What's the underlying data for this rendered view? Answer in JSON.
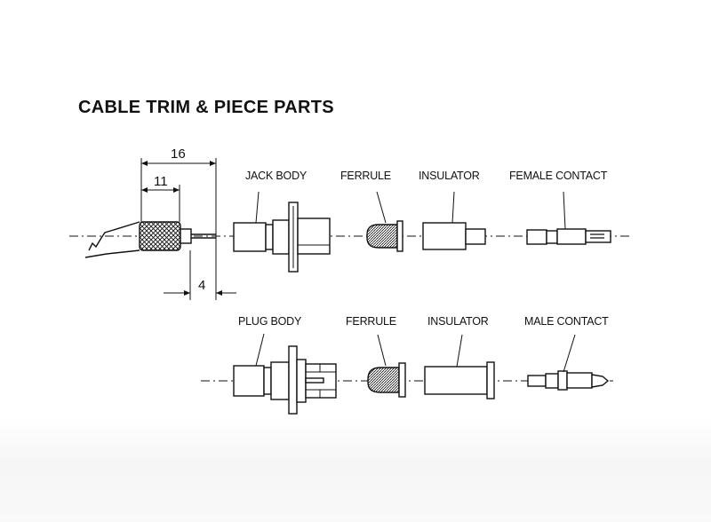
{
  "title": "CABLE TRIM & PIECE PARTS",
  "dimensions": {
    "overall": "16",
    "braid": "11",
    "offset": "4"
  },
  "top_row": {
    "jack_body": "JACK BODY",
    "ferrule": "FERRULE",
    "insulator": "INSULATOR",
    "female_contact": "FEMALE CONTACT"
  },
  "bottom_row": {
    "plug_body": "PLUG BODY",
    "ferrule": "FERRULE",
    "insulator": "INSULATOR",
    "male_contact": "MALE CONTACT"
  }
}
